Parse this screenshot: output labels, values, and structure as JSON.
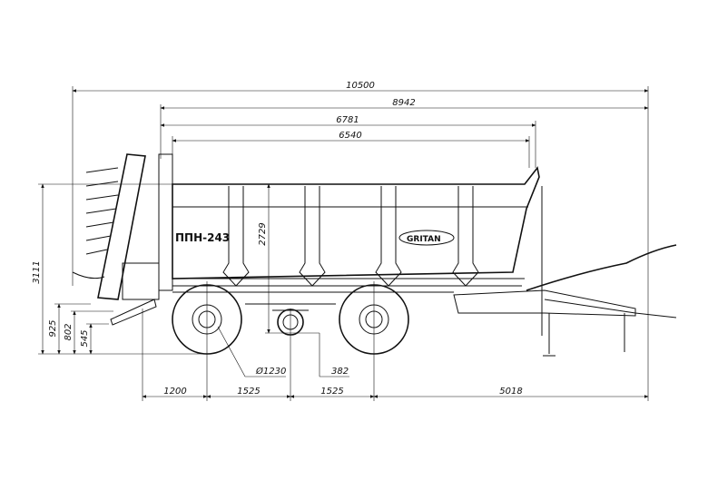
{
  "drawing": {
    "model_label": "ППН-243",
    "brand_logo": "GRITAN",
    "dimensions": {
      "overall_length": "10500",
      "length_8942": "8942",
      "length_6781": "6781",
      "body_length": "6540",
      "overall_height": "3111",
      "body_height": "2729",
      "height_925": "925",
      "height_802": "802",
      "height_545": "545",
      "wheel_diameter": "Ø1230",
      "clearance": "382",
      "rear_overhang": "1200",
      "axle_spacing_1": "1525",
      "axle_spacing_2": "1525",
      "front_to_drawbar": "5018"
    }
  }
}
